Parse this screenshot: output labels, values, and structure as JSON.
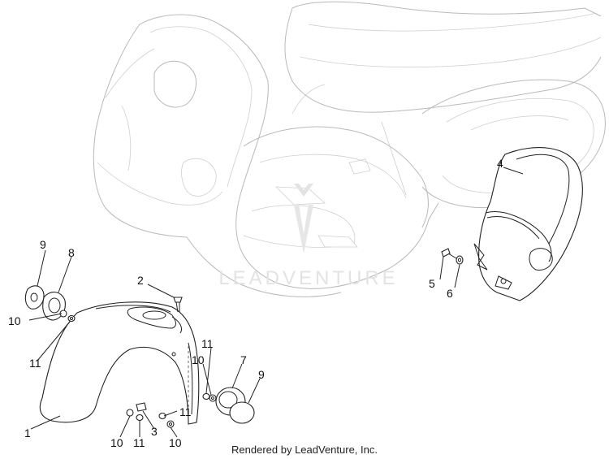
{
  "watermark": "LEADVENTURE",
  "footer": "Rendered by LeadVenture, Inc.",
  "callouts": [
    "1",
    "2",
    "3",
    "4",
    "5",
    "6",
    "7",
    "8",
    "9",
    "9",
    "10",
    "10",
    "10",
    "10",
    "11",
    "11",
    "11",
    "11"
  ]
}
